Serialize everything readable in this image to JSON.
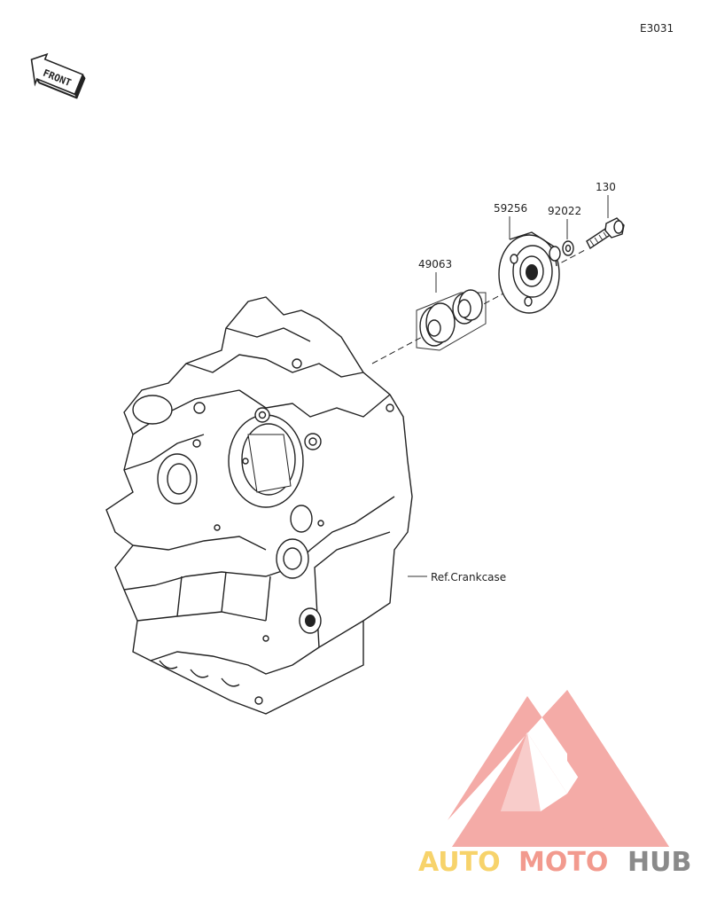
{
  "diagram_code": "E3031",
  "front_arrow_text": "FRONT",
  "parts": [
    {
      "number": "49063"
    },
    {
      "number": "59256"
    },
    {
      "number": "92022"
    },
    {
      "number": "130"
    }
  ],
  "reference_label": "Ref.Crankcase",
  "watermark": {
    "brand_part1": "AUTO",
    "brand_part2": "MOTO",
    "brand_part3": "HUB",
    "color_logo": "#f4a7a3",
    "color_text_1": "#f7d36b",
    "color_text_2": "#f29a8e",
    "color_text_3": "#8a8a8a"
  },
  "icons": [
    "front-direction-icon",
    "automotohub-logo-icon"
  ]
}
